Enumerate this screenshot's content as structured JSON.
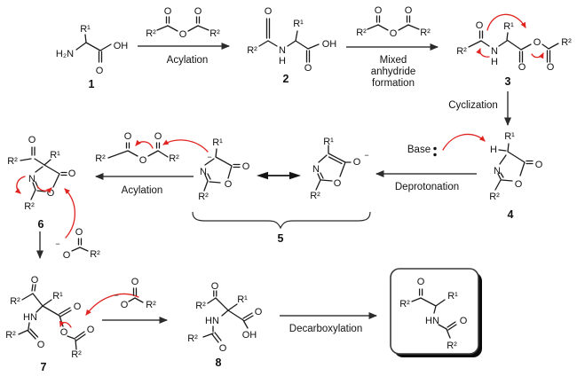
{
  "colors": {
    "bond": "#1c1c1c",
    "mechanism_arrow": "#e02420",
    "reaction_arrow": "#3c3c3c",
    "background": "#ffffff"
  },
  "atoms": {
    "o": "O",
    "oh": "OH",
    "h2n": "H₂N",
    "n": "N",
    "h": "H",
    "hn": "HN",
    "r1": "R¹",
    "r2": "R²",
    "minus": "−"
  },
  "compounds": {
    "c1": "1",
    "c2": "2",
    "c3": "3",
    "c4": "4",
    "c5": "5",
    "c6": "6",
    "c7": "7",
    "c8": "8"
  },
  "steps": {
    "acylation_top": "Acylation",
    "mixed_line1": "Mixed",
    "mixed_line2": "anhydride",
    "mixed_line3": "formation",
    "cyclization": "Cyclization",
    "base": "Base",
    "deprotonation": "Deprotonation",
    "acylation_mid": "Acylation",
    "decarboxylation": "Decarboxylation"
  },
  "icons": {
    "lone_pair_dots": "two stacked dots after Base"
  }
}
